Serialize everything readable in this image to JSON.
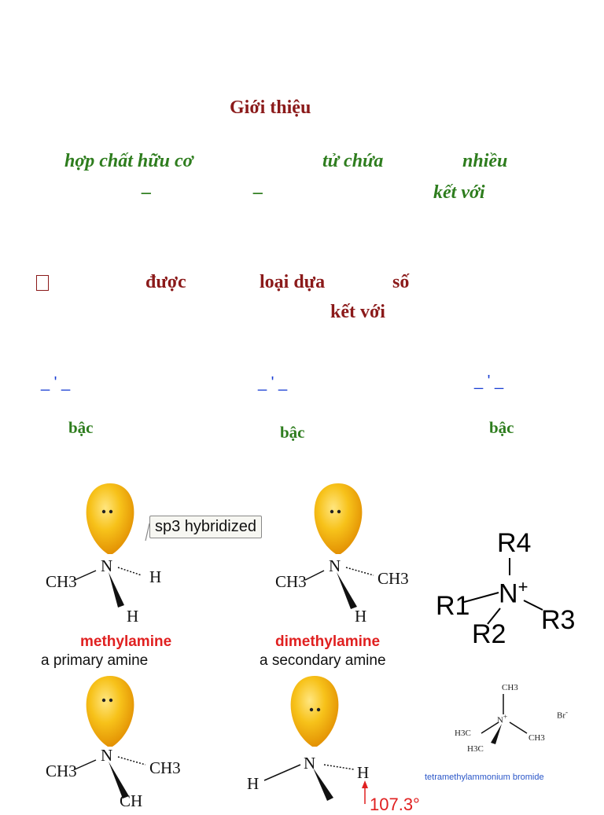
{
  "heading": "Giới thiệu",
  "intro": {
    "line1": [
      "hợp chất hữu cơ",
      "tử chứa",
      "nhiều"
    ],
    "dash1": "–",
    "dash2": "–",
    "line2_end": "kết với"
  },
  "classification": {
    "bullet": "□",
    "words": [
      "được",
      "loại dựa",
      "số"
    ],
    "line2": "kết với"
  },
  "blue_marks": [
    "_ ' _",
    "_ ' _",
    "_ ' _"
  ],
  "bac_labels": [
    "bậc",
    "bậc",
    "bậc"
  ],
  "molecules": {
    "methylamine": {
      "name": "methylamine",
      "desc": "a primary amine",
      "left": "CH3",
      "right": "H",
      "bottom": "H",
      "center": "N",
      "tag": "sp3 hybridized"
    },
    "dimethylamine": {
      "name": "dimethylamine",
      "desc": "a secondary amine",
      "left": "CH3",
      "right": "CH3",
      "bottom": "H",
      "center": "N"
    },
    "trimethylamine": {
      "left": "CH3",
      "right": "CH3",
      "bottom": "CH",
      "center": "N"
    },
    "ammonia": {
      "left": "H",
      "right": "H",
      "center": "N",
      "angle": "107.3°"
    }
  },
  "quaternary": {
    "r4": "R4",
    "r1": "R1",
    "r2": "R2",
    "r3": "R3",
    "n": "N",
    "plus": "+"
  },
  "tetramethyl": {
    "top": "CH3",
    "left": "H3C",
    "right": "CH3",
    "bottom": "H3C",
    "n": "N",
    "plus": "+",
    "counter": "Br",
    "counter_charge": "-",
    "caption": "tetramethylammonium bromide"
  }
}
